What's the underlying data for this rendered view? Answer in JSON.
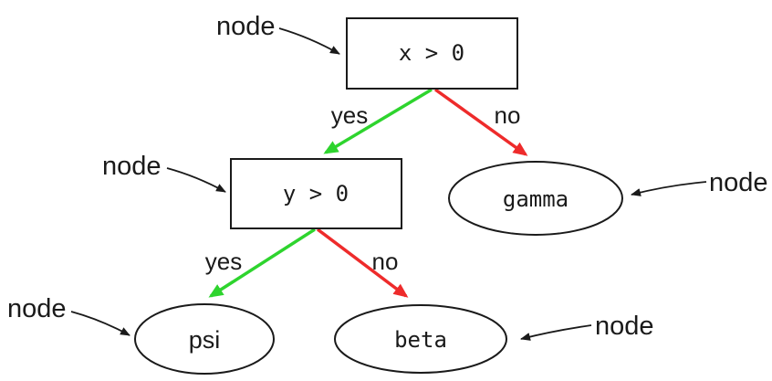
{
  "diagram": {
    "type": "decision-tree",
    "background": "#ffffff",
    "colors": {
      "yes_edge": "#2ed42e",
      "no_edge": "#ee2b2b",
      "line": "#1a1a1a"
    },
    "nodes": {
      "root": {
        "label": "x > 0",
        "shape": "rectangle"
      },
      "child": {
        "label": "y > 0",
        "shape": "rectangle"
      },
      "gamma": {
        "label": "gamma",
        "shape": "ellipse"
      },
      "psi": {
        "label": "psi",
        "shape": "ellipse"
      },
      "beta": {
        "label": "beta",
        "shape": "ellipse"
      }
    },
    "edges": {
      "root_child": {
        "label": "yes",
        "color": "#2ed42e"
      },
      "root_gamma": {
        "label": "no",
        "color": "#ee2b2b"
      },
      "child_psi": {
        "label": "yes",
        "color": "#2ed42e"
      },
      "child_beta": {
        "label": "no",
        "color": "#ee2b2b"
      }
    },
    "annotations": [
      {
        "label": "node",
        "target": "root"
      },
      {
        "label": "node",
        "target": "child"
      },
      {
        "label": "node",
        "target": "gamma"
      },
      {
        "label": "node",
        "target": "psi"
      },
      {
        "label": "node",
        "target": "beta"
      }
    ]
  }
}
